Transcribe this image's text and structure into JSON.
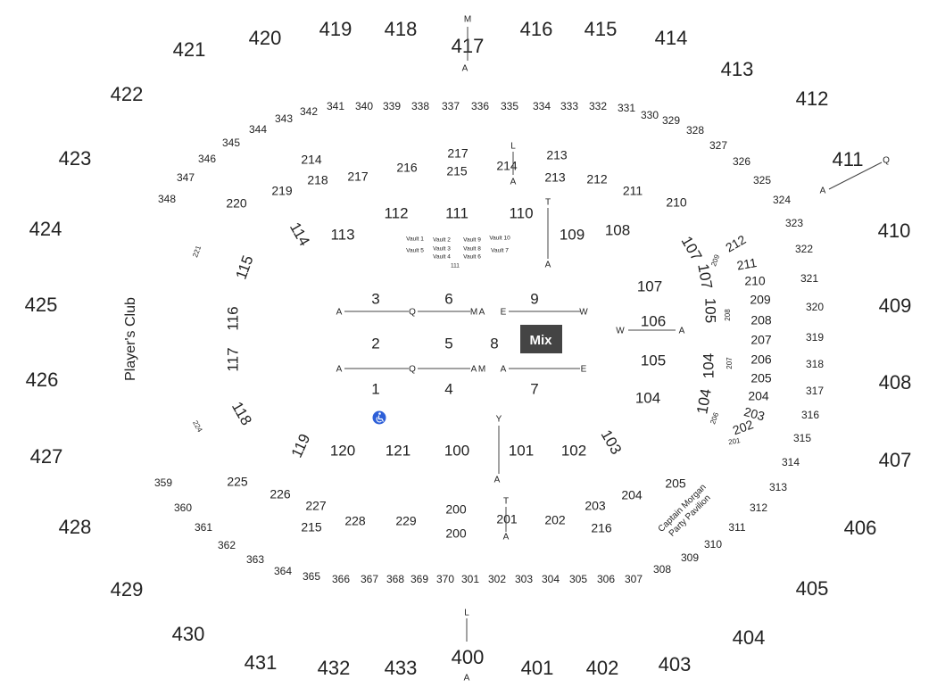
{
  "map": {
    "upper_sections": [
      "421",
      "420",
      "419",
      "418",
      "417",
      "416",
      "415",
      "414",
      "413",
      "412",
      "411",
      "410",
      "409",
      "408",
      "407",
      "406",
      "405",
      "404",
      "403",
      "402",
      "401",
      "400",
      "433",
      "432",
      "431",
      "430",
      "429",
      "428",
      "427",
      "426",
      "425",
      "424",
      "423",
      "422"
    ],
    "sections_300": [
      "341",
      "340",
      "339",
      "338",
      "337",
      "336",
      "335",
      "334",
      "333",
      "332",
      "331",
      "330",
      "329",
      "328",
      "327",
      "326",
      "325",
      "324",
      "323",
      "322",
      "321",
      "320",
      "319",
      "318",
      "317",
      "316",
      "315",
      "314",
      "313",
      "312",
      "311",
      "310",
      "309",
      "308",
      "307",
      "306",
      "305",
      "304",
      "303",
      "302",
      "301",
      "370",
      "369",
      "368",
      "367",
      "366",
      "365",
      "364",
      "363",
      "362",
      "361",
      "360",
      "359",
      "342",
      "343",
      "344",
      "345",
      "346",
      "347",
      "348"
    ],
    "sections_200": [
      "214",
      "218",
      "217",
      "216",
      "217",
      "215",
      "214",
      "213",
      "213",
      "212",
      "211",
      "210",
      "219",
      "220",
      "221",
      "212",
      "211",
      "210",
      "209",
      "208",
      "207",
      "206",
      "205",
      "204",
      "203",
      "202",
      "201",
      "206",
      "207",
      "208",
      "209",
      "205",
      "204",
      "203",
      "202",
      "201",
      "200",
      "200",
      "229",
      "228",
      "227",
      "226",
      "225",
      "224",
      "215",
      "216"
    ],
    "sections_100": [
      "112",
      "111",
      "110",
      "109",
      "108",
      "107",
      "106",
      "105",
      "104",
      "114",
      "113",
      "115",
      "116",
      "117",
      "118",
      "119",
      "120",
      "121",
      "100",
      "101",
      "102",
      "103",
      "107",
      "107",
      "105",
      "104",
      "104"
    ],
    "floor": [
      "3",
      "6",
      "9",
      "2",
      "5",
      "8",
      "1",
      "4",
      "7"
    ],
    "vaults": [
      "Vault 1",
      "Vault 2",
      "Vault 9",
      "Vault 10",
      "Vault 5",
      "Vault 3",
      "Vault 8",
      "Vault 7",
      "Vault 4",
      "Vault 6",
      "111"
    ],
    "row_letters": [
      "M",
      "A",
      "L",
      "A",
      "T",
      "A",
      "Q",
      "A",
      "A",
      "M",
      "A",
      "E",
      "W",
      "A",
      "Q",
      "A",
      "M",
      "A",
      "E",
      "W",
      "A",
      "Y",
      "A",
      "T",
      "A",
      "L",
      "A",
      "Q"
    ],
    "mix_label": "Mix",
    "players_club": "Player's Club",
    "captain_morgan_line1": "Captain Morgan",
    "captain_morgan_line2": "Party Pavilion",
    "accessible_icon": "wheelchair-icon"
  }
}
